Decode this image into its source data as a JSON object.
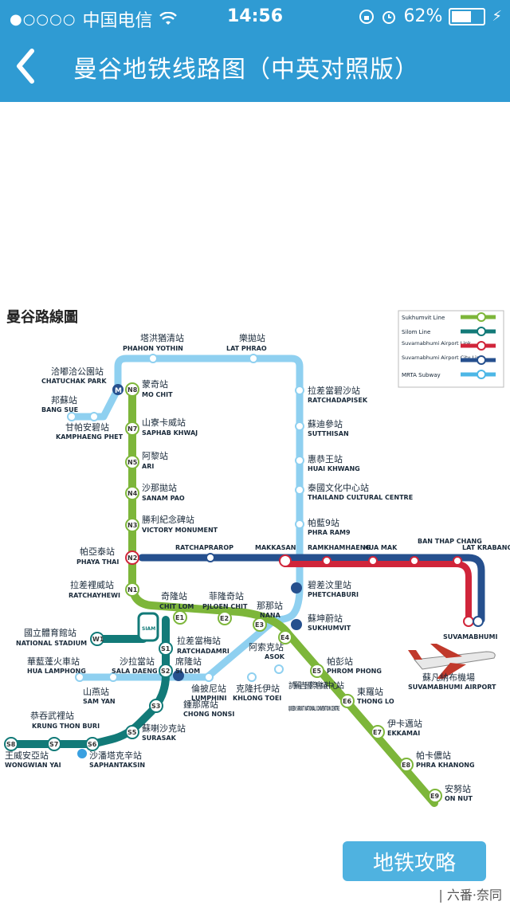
{
  "status_bar": {
    "signal": "●○○○○",
    "carrier": "中国电信",
    "wifi_icon": "wifi-icon",
    "time": "14:56",
    "battery_pct": "62%"
  },
  "nav": {
    "back_icon": "chevron-left-icon",
    "title": "曼谷地铁线路图（中英对照版）"
  },
  "map": {
    "heading": "曼谷路線圖",
    "legend": [
      {
        "label": "Sukhumvit Line",
        "color": "#7db63a"
      },
      {
        "label": "Silom Line",
        "color": "#127a78"
      },
      {
        "label": "Suvarnabhumi Airport Link",
        "color": "#d0253a"
      },
      {
        "label": "Suvarnabhumi Airport City Line",
        "color": "#26508e"
      },
      {
        "label": "MRTA Subway",
        "color": "#4db7e6"
      }
    ],
    "stations": [
      {
        "zh": "塔洪猶清站",
        "en": "PHAHON YOTHIN"
      },
      {
        "zh": "樂拋站",
        "en": "LAT PHRAO"
      },
      {
        "zh": "洽嘟洽公園站",
        "en": "CHATUCHAK PARK"
      },
      {
        "zh": "蒙奇站",
        "en": "MO CHIT",
        "code": "N8"
      },
      {
        "zh": "邦蘇站",
        "en": "BANG SUE"
      },
      {
        "zh": "甘帕安碧站",
        "en": "KAMPHAENG PHET"
      },
      {
        "zh": "山寮卡威站",
        "en": "SAPHAB KHWAJ",
        "code": "N7"
      },
      {
        "zh": "阿黎站",
        "en": "ARI",
        "code": "N5"
      },
      {
        "zh": "沙那拋站",
        "en": "SANAM PAO",
        "code": "N4"
      },
      {
        "zh": "勝利紀念碑站",
        "en": "VICTORY MONUMENT",
        "code": "N3"
      },
      {
        "zh": "帕亞泰站",
        "en": "PHAYA THAI",
        "code": "N2"
      },
      {
        "zh": "拉差裡威站",
        "en": "RATCHAYHEWI",
        "code": "N1"
      },
      {
        "zh": "拉差當碧沙站",
        "en": "RATCHADAPISEK"
      },
      {
        "zh": "蘇迪參站",
        "en": "SUTTHISAN"
      },
      {
        "zh": "惠恭王站",
        "en": "HUAI KHWANG"
      },
      {
        "zh": "泰國文化中心站",
        "en": "THAILAND CULTURAL CENTRE"
      },
      {
        "zh": "帕藍9站",
        "en": "PHRA RAM9"
      },
      {
        "zh": "",
        "en": "RATCHAPRAROP"
      },
      {
        "zh": "",
        "en": "MAKKASAN"
      },
      {
        "zh": "",
        "en": "RAMKHAMHAENG"
      },
      {
        "zh": "",
        "en": "HUA MAK"
      },
      {
        "zh": "",
        "en": "BAN THAP CHANG"
      },
      {
        "zh": "",
        "en": "LAT KRABANG"
      },
      {
        "zh": "",
        "en": "SUVAMABHUMI"
      },
      {
        "zh": "碧差汶里站",
        "en": "PHETCHABURI"
      },
      {
        "zh": "蘇坤蔚站",
        "en": "SUKHUMVIT"
      },
      {
        "zh": "奇隆站",
        "en": "CHIT LOM",
        "code": "E1"
      },
      {
        "zh": "菲隆奇站",
        "en": "PJLOEN CHIT",
        "code": "E2"
      },
      {
        "zh": "那那站",
        "en": "NANA",
        "code": "E3"
      },
      {
        "zh": "阿索克站",
        "en": "ASOK",
        "code": "E4"
      },
      {
        "zh": "國立體育館站",
        "en": "NATIONAL STADIUM",
        "code": "W1"
      },
      {
        "zh": "拉差當梅站",
        "en": "RATCHADAMRI",
        "code": "S1"
      },
      {
        "zh": "華藍蓬火車站",
        "en": "HUA LAMPHONG"
      },
      {
        "zh": "沙拉當站",
        "en": "SALA DAENG",
        "code": "S2"
      },
      {
        "zh": "席隆站",
        "en": "SI LOM"
      },
      {
        "zh": "山燕站",
        "en": "SAM YAN"
      },
      {
        "zh": "倫披尼站",
        "en": "LUMPHINI"
      },
      {
        "zh": "克隆托伊站",
        "en": "KHLONG TOEI"
      },
      {
        "zh": "詩麗吉國際會議中心站",
        "en": "QUEEN SIRIKIT NATIONAL CONVENTION CENTRE"
      },
      {
        "zh": "帕彭站",
        "en": "PHROM PHONG",
        "code": "E5"
      },
      {
        "zh": "東羅站",
        "en": "THONG LO",
        "code": "E6"
      },
      {
        "zh": "伊卡邁站",
        "en": "EKKAMAI",
        "code": "E7"
      },
      {
        "zh": "帕卡儂站",
        "en": "PHRA KHANONG",
        "code": "E8"
      },
      {
        "zh": "安努站",
        "en": "ON NUT",
        "code": "E9"
      },
      {
        "zh": "鍾那席站",
        "en": "CHONG NONSI",
        "code": "S3"
      },
      {
        "zh": "蘇喇沙克站",
        "en": "SURASAK",
        "code": "S5"
      },
      {
        "zh": "恭吞武裡站",
        "en": "KRUNG THON BURI",
        "code": "S7"
      },
      {
        "zh": "王威安亞站",
        "en": "WONGWIAN YAI",
        "code": "S8"
      },
      {
        "zh": "沙潘塔克辛站",
        "en": "SAPHANTAKSIN",
        "code": "S6"
      },
      {
        "zh": "蘇凡納布機場",
        "en": "SUVAMABHUMI AIRPORT"
      }
    ],
    "siam_label": "SIAM",
    "mrt_marker": "M"
  },
  "guide_button": "地铁攻略",
  "watermark": "| 六番·奈同"
}
